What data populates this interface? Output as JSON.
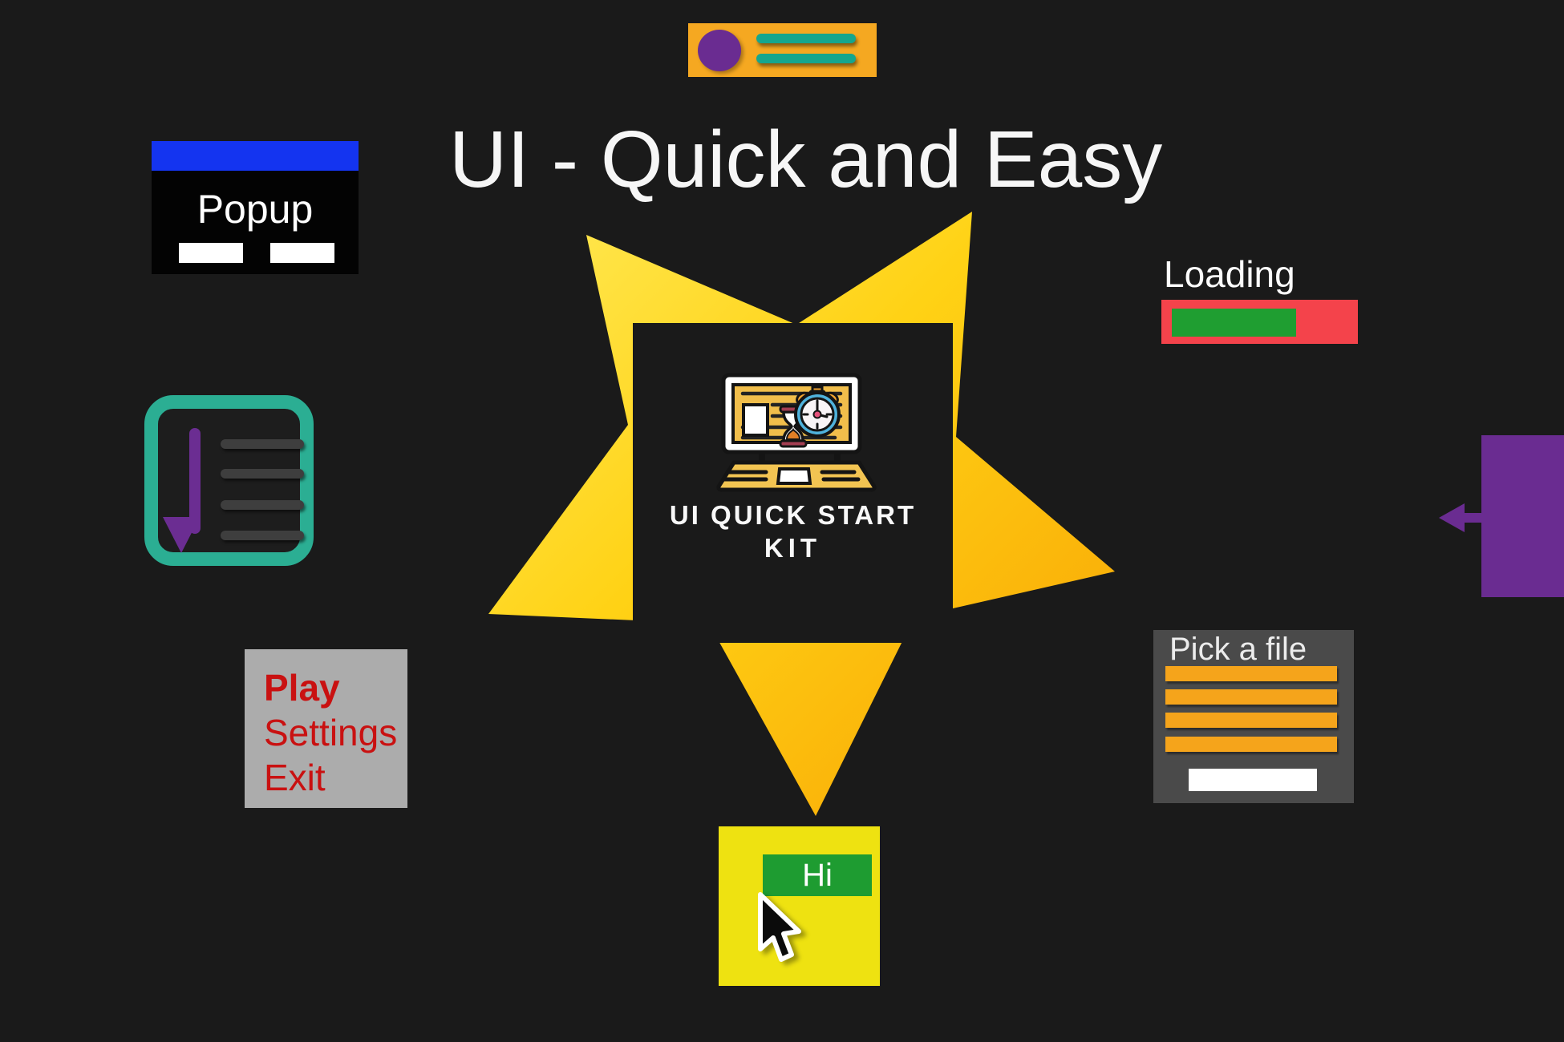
{
  "title": "UI - Quick and Easy",
  "logo": {
    "line1": "UI QUICK START",
    "line2": "KIT"
  },
  "popup": {
    "title": "Popup"
  },
  "menu": {
    "items": [
      "Play",
      "Settings",
      "Exit"
    ]
  },
  "loading": {
    "label": "Loading",
    "progress_percent": 71
  },
  "file_picker": {
    "title": "Pick a file"
  },
  "hi_widget": {
    "button_label": "Hi"
  },
  "icons": {
    "top_widget": "slider-widget-icon",
    "scroll_list": "scroll-list-icon",
    "back": "left-arrow-icon",
    "cursor": "cursor-arrow-icon",
    "logo": "laptop-timer-logo"
  },
  "colors": {
    "background": "#1A1A1A",
    "star_yellow": "#FFE851",
    "star_orange": "#F9AA06",
    "widget_orange": "#F5A821",
    "accent_purple": "#6A2C91",
    "accent_teal": "#15A68E",
    "popup_blue": "#1434F0",
    "loading_red": "#F4434B",
    "loading_green": "#1F9E31",
    "menu_gray": "#ACACAC",
    "menu_text_red": "#C91111",
    "picker_gray": "#4A4A4A",
    "picker_orange": "#F5A41B",
    "hi_yellow": "#EEE211",
    "hi_green": "#1E9C31"
  }
}
